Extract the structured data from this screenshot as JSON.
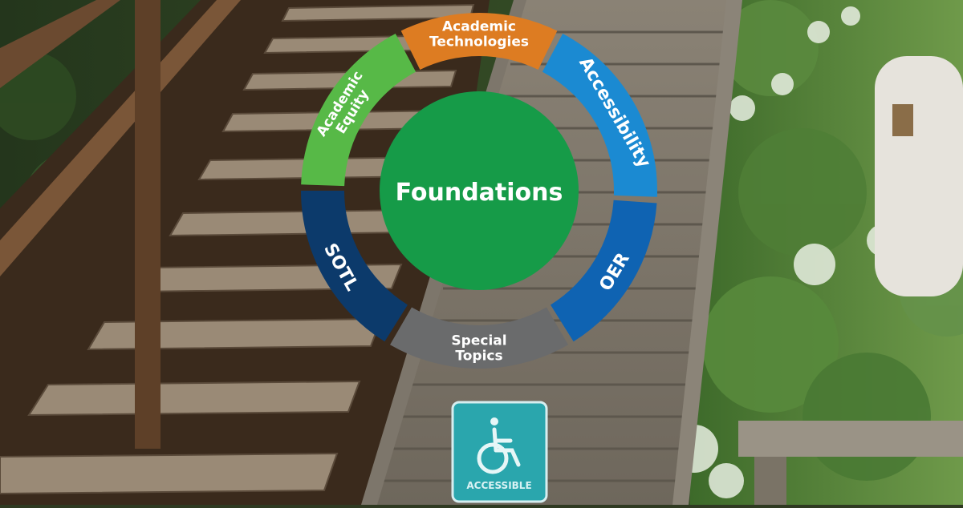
{
  "wheel": {
    "center": {
      "label": "Foundations",
      "color": "#169b48"
    },
    "segments": [
      {
        "id": "academic-equity",
        "lines": [
          "Academic",
          "Equity"
        ],
        "color": "#57b947",
        "start": 272,
        "end": 332
      },
      {
        "id": "academic-technologies",
        "lines": [
          "Academic",
          "Technologies"
        ],
        "color": "#dd7c22",
        "start": 334,
        "end": 26
      },
      {
        "id": "accessibility",
        "lines": [
          "Accessibility"
        ],
        "color": "#1b8ad2",
        "start": 28,
        "end": 92
      },
      {
        "id": "oer",
        "lines": [
          "OER"
        ],
        "color": "#0f63b2",
        "start": 94,
        "end": 148
      },
      {
        "id": "special-topics",
        "lines": [
          "Special",
          "Topics"
        ],
        "color": "#6a6b6c",
        "start": 150,
        "end": 210
      },
      {
        "id": "sotl",
        "lines": [
          "SOTL"
        ],
        "color": "#0c3a6b",
        "start": 212,
        "end": 270
      }
    ]
  },
  "sign": {
    "label": "ACCESSIBLE",
    "icon": "wheelchair-icon",
    "color": "#2aa6ad"
  }
}
